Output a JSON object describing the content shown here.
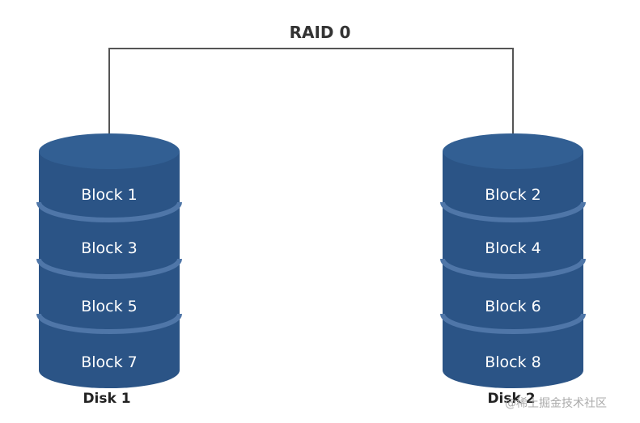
{
  "diagram": {
    "title": "RAID 0",
    "disks": [
      {
        "label": "Disk 1",
        "blocks": [
          "Block 1",
          "Block 3",
          "Block 5",
          "Block 7"
        ]
      },
      {
        "label": "Disk 2",
        "blocks": [
          "Block 2",
          "Block 4",
          "Block 6",
          "Block 8"
        ]
      }
    ],
    "colors": {
      "cylinder_body": "#2b5486",
      "cylinder_top": "#325f93",
      "separator": "#4f76a8",
      "connector": "#555555"
    }
  },
  "watermark": "@稀土掘金技术社区"
}
